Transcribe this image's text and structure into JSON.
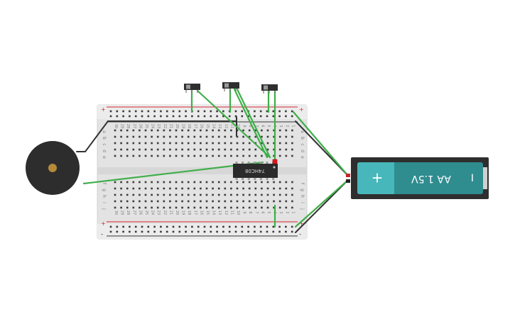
{
  "breadboard": {
    "rail_plus": "+",
    "rail_minus": "-",
    "row_letters_top": [
      "a",
      "b",
      "c",
      "d",
      "e"
    ],
    "row_letters_bottom": [
      "f",
      "g",
      "h",
      "i",
      "j"
    ],
    "column_numbers": [
      "1",
      "2",
      "3",
      "4",
      "5",
      "6",
      "7",
      "8",
      "9",
      "10",
      "11",
      "12",
      "13",
      "14",
      "15",
      "16",
      "17",
      "18",
      "19",
      "20",
      "21",
      "22",
      "23",
      "24",
      "25",
      "26",
      "27",
      "28",
      "29",
      "30"
    ]
  },
  "chip": {
    "label": "74HC08"
  },
  "battery": {
    "label": "AA 1.5V",
    "plus": "+",
    "minus": "I"
  },
  "switches": {
    "count": 3
  },
  "buzzer": {
    "name": "piezo-buzzer"
  },
  "colors": {
    "wire_green": "#3fae49",
    "wire_dark": "#333333",
    "rail_red": "#d9262d",
    "board": "#e6e6e6",
    "chip": "#2b2b2b",
    "battery_body": "#2e2e2e",
    "battery_teal": "#2f8c8f",
    "battery_teal_light": "#48b7bb",
    "buzzer_body": "#2d2d2d",
    "buzzer_center": "#b58a3a",
    "led_red": "#e8151b"
  }
}
